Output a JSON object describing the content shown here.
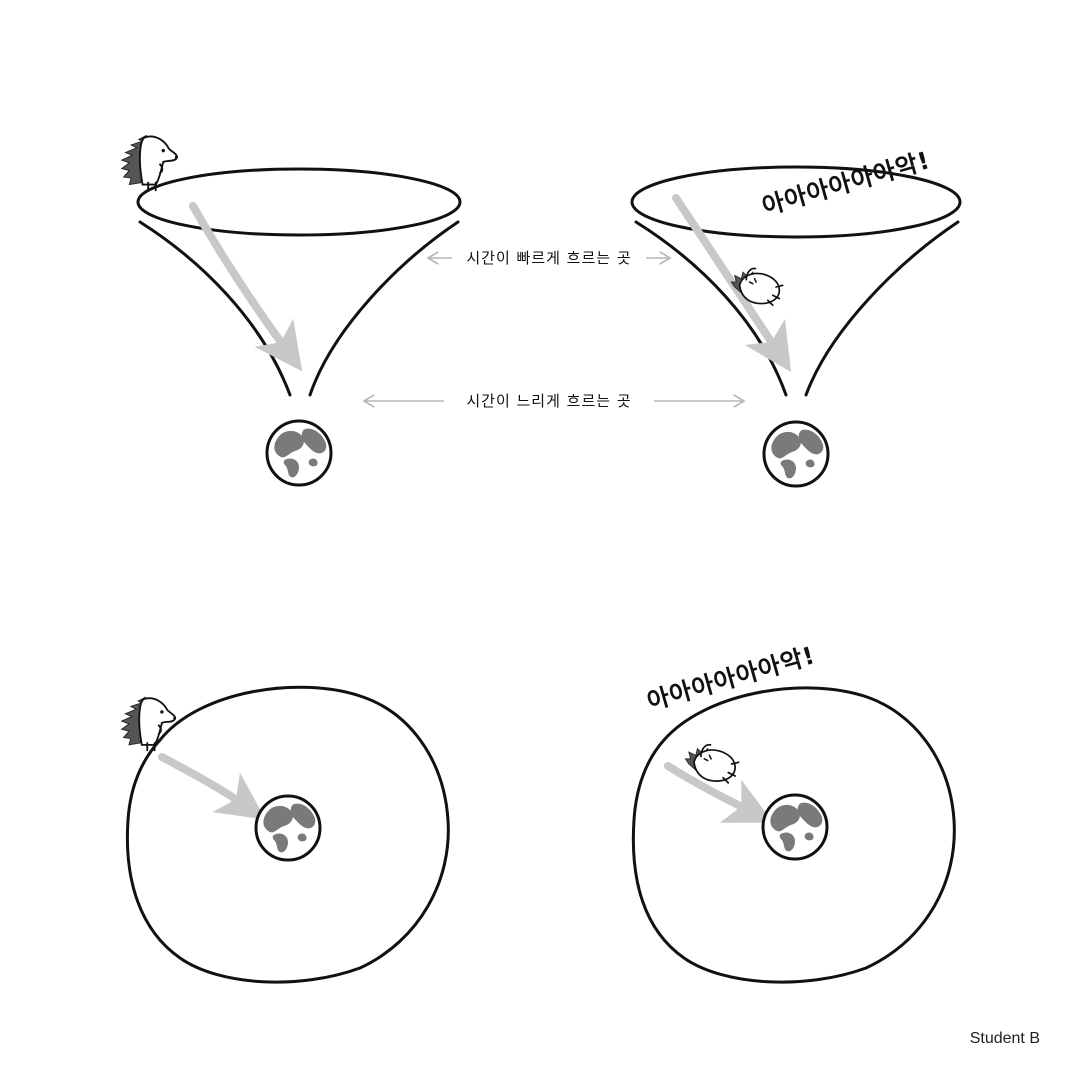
{
  "labels": {
    "fast_time": "시간이 빠르게 흐르는 곳",
    "slow_time": "시간이 느리게 흐르는 곳",
    "scream_top": "아아아아아아악!",
    "scream_bottom": "아아아아아아악!"
  },
  "credit": "Student B",
  "colors": {
    "ink": "#111111",
    "earth_land": "#7a7a7a",
    "arrow": "#c8c8c8",
    "quill": "#555555"
  },
  "icons": {
    "planet": "earth-icon",
    "character": "hedgehog-icon"
  }
}
